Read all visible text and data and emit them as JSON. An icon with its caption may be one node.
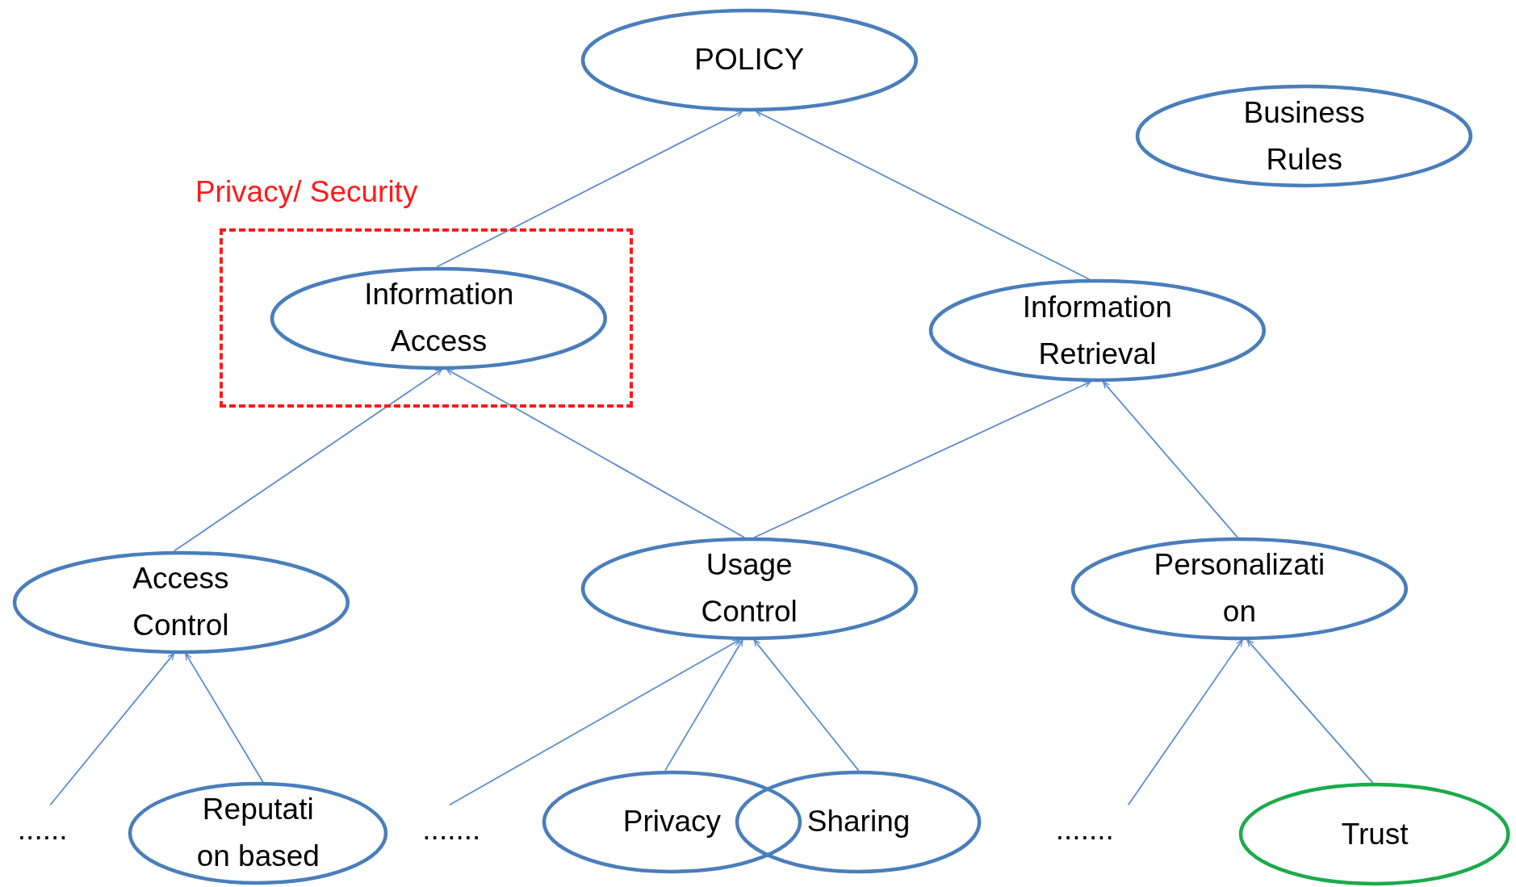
{
  "diagram": {
    "nodes": [
      {
        "text": [
          "POLICY"
        ]
      },
      {
        "text": [
          "Business Rules"
        ]
      },
      {
        "text": [
          "Privacy/ Security"
        ]
      },
      {
        "text": [
          "Information Access"
        ],
        "in": 2
      },
      {
        "text": [
          "Information Retrieval"
        ]
      },
      {
        "text": [
          "Access Control"
        ]
      },
      {
        "text": [
          "Usage Control"
        ]
      },
      {
        "text": [
          "Personalizati on"
        ]
      },
      {
        "text": [
          "......"
        ]
      },
      {
        "text": [
          "Reputati on based"
        ]
      },
      {
        "text": [
          "......."
        ]
      },
      {
        "text": [
          "Privacy"
        ]
      },
      {
        "text": [
          "Sharing"
        ]
      },
      {
        "text": [
          "......."
        ]
      },
      {
        "text": [
          "Trust"
        ]
      }
    ],
    "edges": [
      {
        "from": 3,
        "to": 0,
        "arrow": "to"
      },
      {
        "from": 4,
        "to": 0,
        "arrow": "to"
      },
      {
        "from": 5,
        "to": 3,
        "arrow": "to"
      },
      {
        "from": 6,
        "to": 3,
        "arrow": "to"
      },
      {
        "from": 6,
        "to": 4,
        "arrow": "to"
      },
      {
        "from": 7,
        "to": 4,
        "arrow": "to"
      },
      {
        "from": 8,
        "to": 5,
        "arrow": "to"
      },
      {
        "from": 9,
        "to": 5,
        "arrow": "to"
      },
      {
        "from": 10,
        "to": 6,
        "arrow": "to"
      },
      {
        "from": 11,
        "to": 6,
        "arrow": "to"
      },
      {
        "from": 12,
        "to": 6,
        "arrow": "to"
      },
      {
        "from": 13,
        "to": 7,
        "arrow": "to"
      },
      {
        "from": 14,
        "to": 7,
        "arrow": "to"
      }
    ]
  }
}
